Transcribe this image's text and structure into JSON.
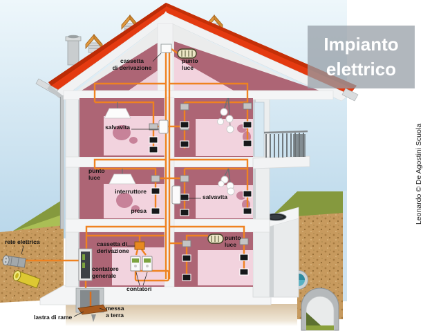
{
  "slide": {
    "title": "Impianto elettrico",
    "credit": "Leonardo © De Agostini Scuola"
  },
  "diagram": {
    "type": "cutaway-house-electrical-system",
    "labels": {
      "attic_junction_box": "cassetta\ndi derivazione",
      "attic_light_point": "punto\nluce",
      "floor2_breaker": "salvavita",
      "floor1_light_point": "punto\nluce",
      "floor1_switch": "interruttore",
      "floor1_outlet": "presa",
      "floor1_breaker": "salvavita",
      "power_grid": "rete elettrica",
      "ground_junction_box": "cassetta di\nderivazione",
      "main_meter": "contatore\ngenerale",
      "meters": "contatori",
      "ground_light_point": "punto\nluce",
      "copper_plate": "lastra di rame",
      "earthing": "messa\na terra"
    },
    "colors": {
      "wire_orange": "#ef8220",
      "roof_red": "#e43a10",
      "wall_dark_pink": "#ad6575",
      "wall_light_pink": "#f2d3de",
      "sky_blue": "#bed9ea",
      "soil_brown": "#c79a5e",
      "grass_green": "#8fa447",
      "title_bg_gray": "#969ea6",
      "title_text": "#ffffff"
    }
  }
}
